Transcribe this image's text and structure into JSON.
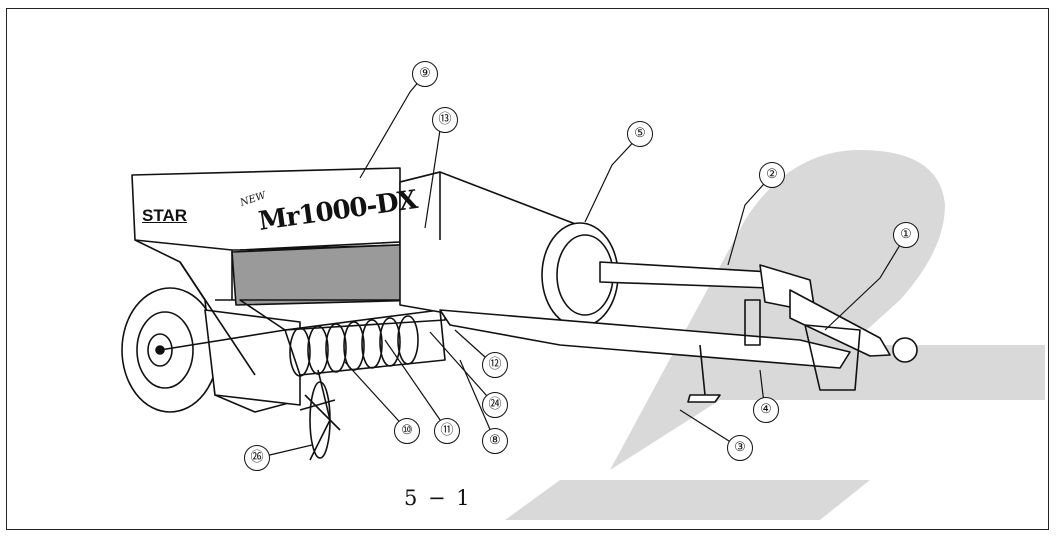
{
  "figure": {
    "caption": "5 − 1",
    "brand_label": "STAR",
    "model_prefix": "NEW",
    "model_label": "Mr1000-DX"
  },
  "callouts": [
    {
      "id": "c1",
      "label": "①"
    },
    {
      "id": "c2",
      "label": "②"
    },
    {
      "id": "c3",
      "label": "③"
    },
    {
      "id": "c4",
      "label": "④"
    },
    {
      "id": "c5",
      "label": "⑤"
    },
    {
      "id": "c8",
      "label": "⑧"
    },
    {
      "id": "c9",
      "label": "⑨"
    },
    {
      "id": "c10",
      "label": "⑩"
    },
    {
      "id": "c11",
      "label": "⑪"
    },
    {
      "id": "c12",
      "label": "⑫"
    },
    {
      "id": "c13",
      "label": "⑬"
    },
    {
      "id": "c24",
      "label": "㉔"
    },
    {
      "id": "c26",
      "label": "㉖"
    }
  ],
  "colors": {
    "line": "#111111",
    "watermark": "#d9d9d9",
    "texture": "#8a8a8a"
  }
}
